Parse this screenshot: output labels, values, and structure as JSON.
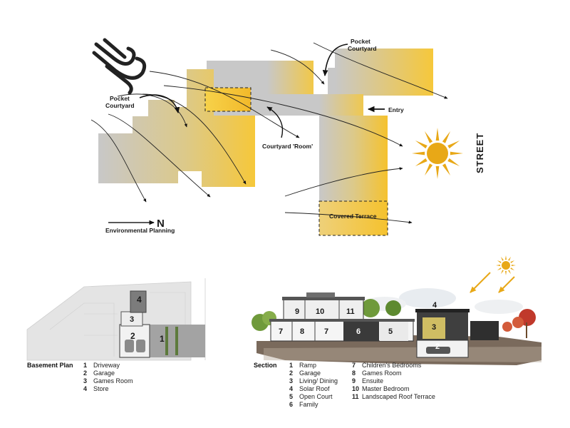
{
  "plan": {
    "pocket_courtyard_left": [
      "Pocket",
      "Courtyard"
    ],
    "pocket_courtyard_top": [
      "Pocket",
      "Courtyard"
    ],
    "entry": "Entry",
    "courtyard_room": "Courtyard 'Room'",
    "street": "STREET",
    "covered_terrace": "Covered Terrace",
    "north": "N",
    "caption": "Environmental Planning"
  },
  "basement": {
    "title": "Basement Plan",
    "rooms": [
      "1",
      "2",
      "3",
      "4"
    ],
    "legend": [
      {
        "num": "1",
        "label": "Driveway"
      },
      {
        "num": "2",
        "label": "Garage"
      },
      {
        "num": "3",
        "label": "Games Room"
      },
      {
        "num": "4",
        "label": "Store"
      }
    ]
  },
  "section": {
    "title": "Section",
    "rooms": [
      "9",
      "10",
      "11",
      "7",
      "8",
      "7",
      "6",
      "5",
      "4",
      "3",
      "2"
    ],
    "legend_left": [
      {
        "num": "1",
        "label": "Ramp"
      },
      {
        "num": "2",
        "label": "Garage"
      },
      {
        "num": "3",
        "label": "Living/ Dining"
      },
      {
        "num": "4",
        "label": "Solar Roof"
      },
      {
        "num": "5",
        "label": "Open Court"
      },
      {
        "num": "6",
        "label": "Family"
      }
    ],
    "legend_right": [
      {
        "num": "7",
        "label": "Children's Bedrooms"
      },
      {
        "num": "8",
        "label": "Games Room"
      },
      {
        "num": "9",
        "label": "Ensuite"
      },
      {
        "num": "10",
        "label": "Master Bedroom"
      },
      {
        "num": "11",
        "label": "Landscaped Roof Terrace"
      }
    ]
  },
  "colors": {
    "building": "#c8c8c8",
    "sun": "#e8a817",
    "accent_yellow": "#f5c518",
    "ink": "#1a1a1a"
  }
}
